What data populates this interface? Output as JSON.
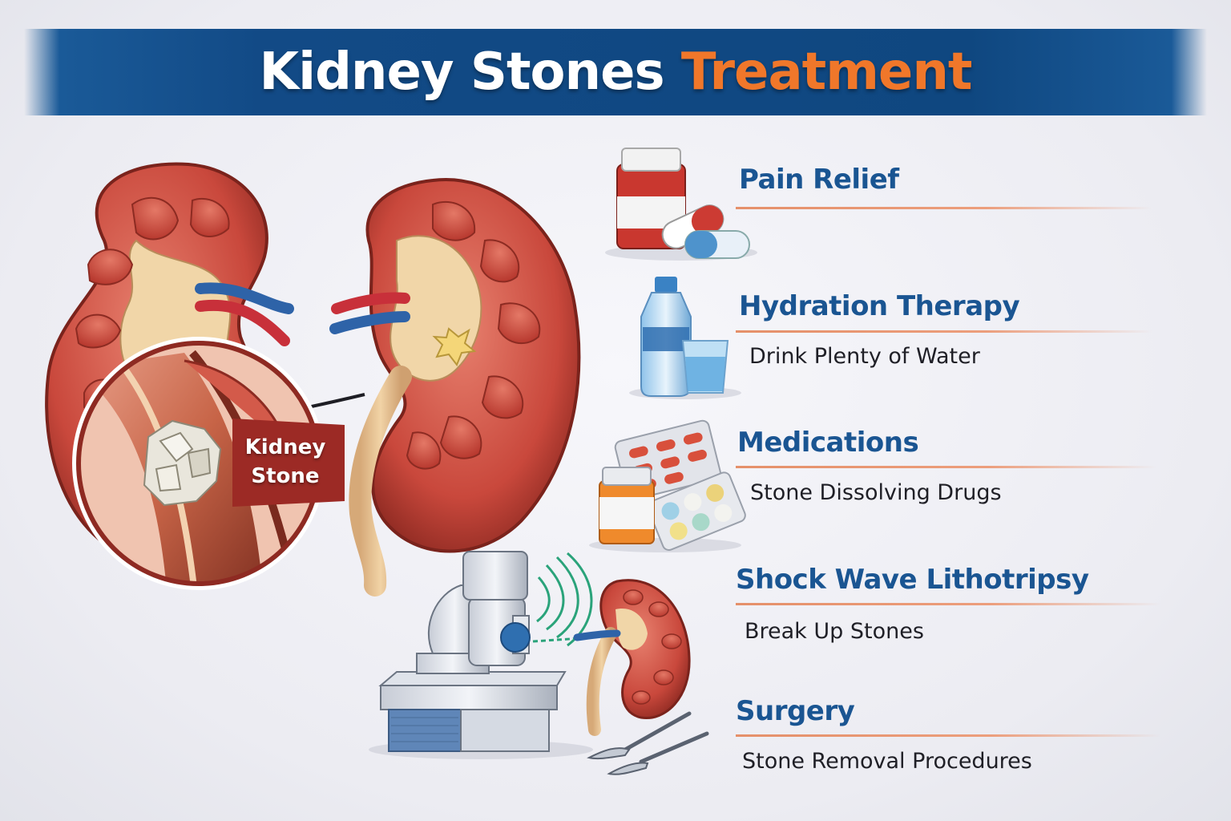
{
  "header": {
    "title_main": "Kidney Stones",
    "title_accent": "Treatment"
  },
  "callout": {
    "label_line1": "Kidney",
    "label_line2": "Stone"
  },
  "treatments": [
    {
      "title": "Pain Relief",
      "subtitle": "",
      "icon": "pill-bottle-icon"
    },
    {
      "title": "Hydration Therapy",
      "subtitle": "Drink Plenty of Water",
      "icon": "water-bottle-icon"
    },
    {
      "title": "Medications",
      "subtitle": "Stone Dissolving Drugs",
      "icon": "medication-blister-icon"
    },
    {
      "title": "Shock Wave Lithotripsy",
      "subtitle": "Break Up Stones",
      "icon": "lithotripsy-machine-icon"
    },
    {
      "title": "Surgery",
      "subtitle": "Stone Removal Procedures",
      "icon": "surgical-tools-icon"
    }
  ],
  "colors": {
    "banner": "#124a86",
    "accent": "#f0772a",
    "heading": "#1a5592",
    "kidney": "#c9483c"
  }
}
